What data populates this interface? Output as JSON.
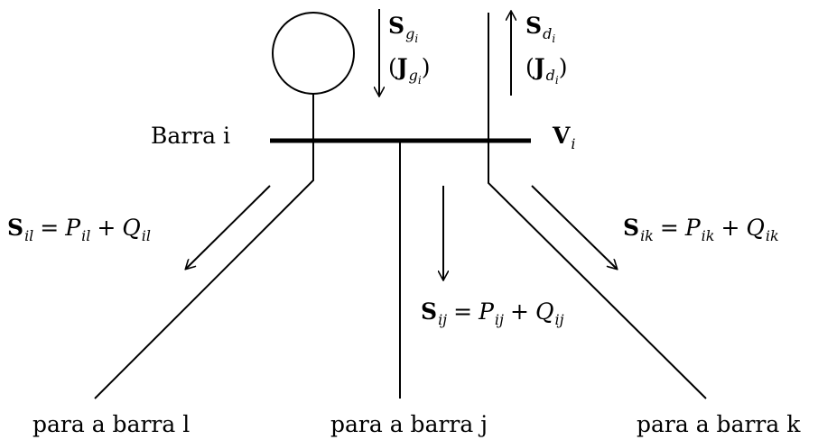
{
  "bus": {
    "name": "Barra i",
    "voltage": {
      "symbol": "V",
      "subscript": "i"
    }
  },
  "generation": {
    "power": {
      "symbol": "S",
      "subscript": "g",
      "subsub": "i"
    },
    "current": {
      "open": "(",
      "symbol": "J",
      "subscript": "g",
      "subsub": "i",
      "close": ")"
    }
  },
  "demand": {
    "power": {
      "symbol": "S",
      "subscript": "d",
      "subsub": "i"
    },
    "current": {
      "open": "(",
      "symbol": "J",
      "subscript": "d",
      "subsub": "i",
      "close": ")"
    }
  },
  "flows": {
    "il": {
      "s": "S",
      "s_sub": "il",
      "eq": "=",
      "p": "P",
      "p_sub": "il",
      "plus": "+",
      "q": "Q",
      "q_sub": "il"
    },
    "ij": {
      "s": "S",
      "s_sub": "ij",
      "eq": "=",
      "p": "P",
      "p_sub": "ij",
      "plus": "+",
      "q": "Q",
      "q_sub": "ij"
    },
    "ik": {
      "s": "S",
      "s_sub": "ik",
      "eq": "=",
      "p": "P",
      "p_sub": "ik",
      "plus": "+",
      "q": "Q",
      "q_sub": "ik"
    }
  },
  "destinations": {
    "l": "para a barra l",
    "j": "para a barra j",
    "k": "para a barra k"
  }
}
